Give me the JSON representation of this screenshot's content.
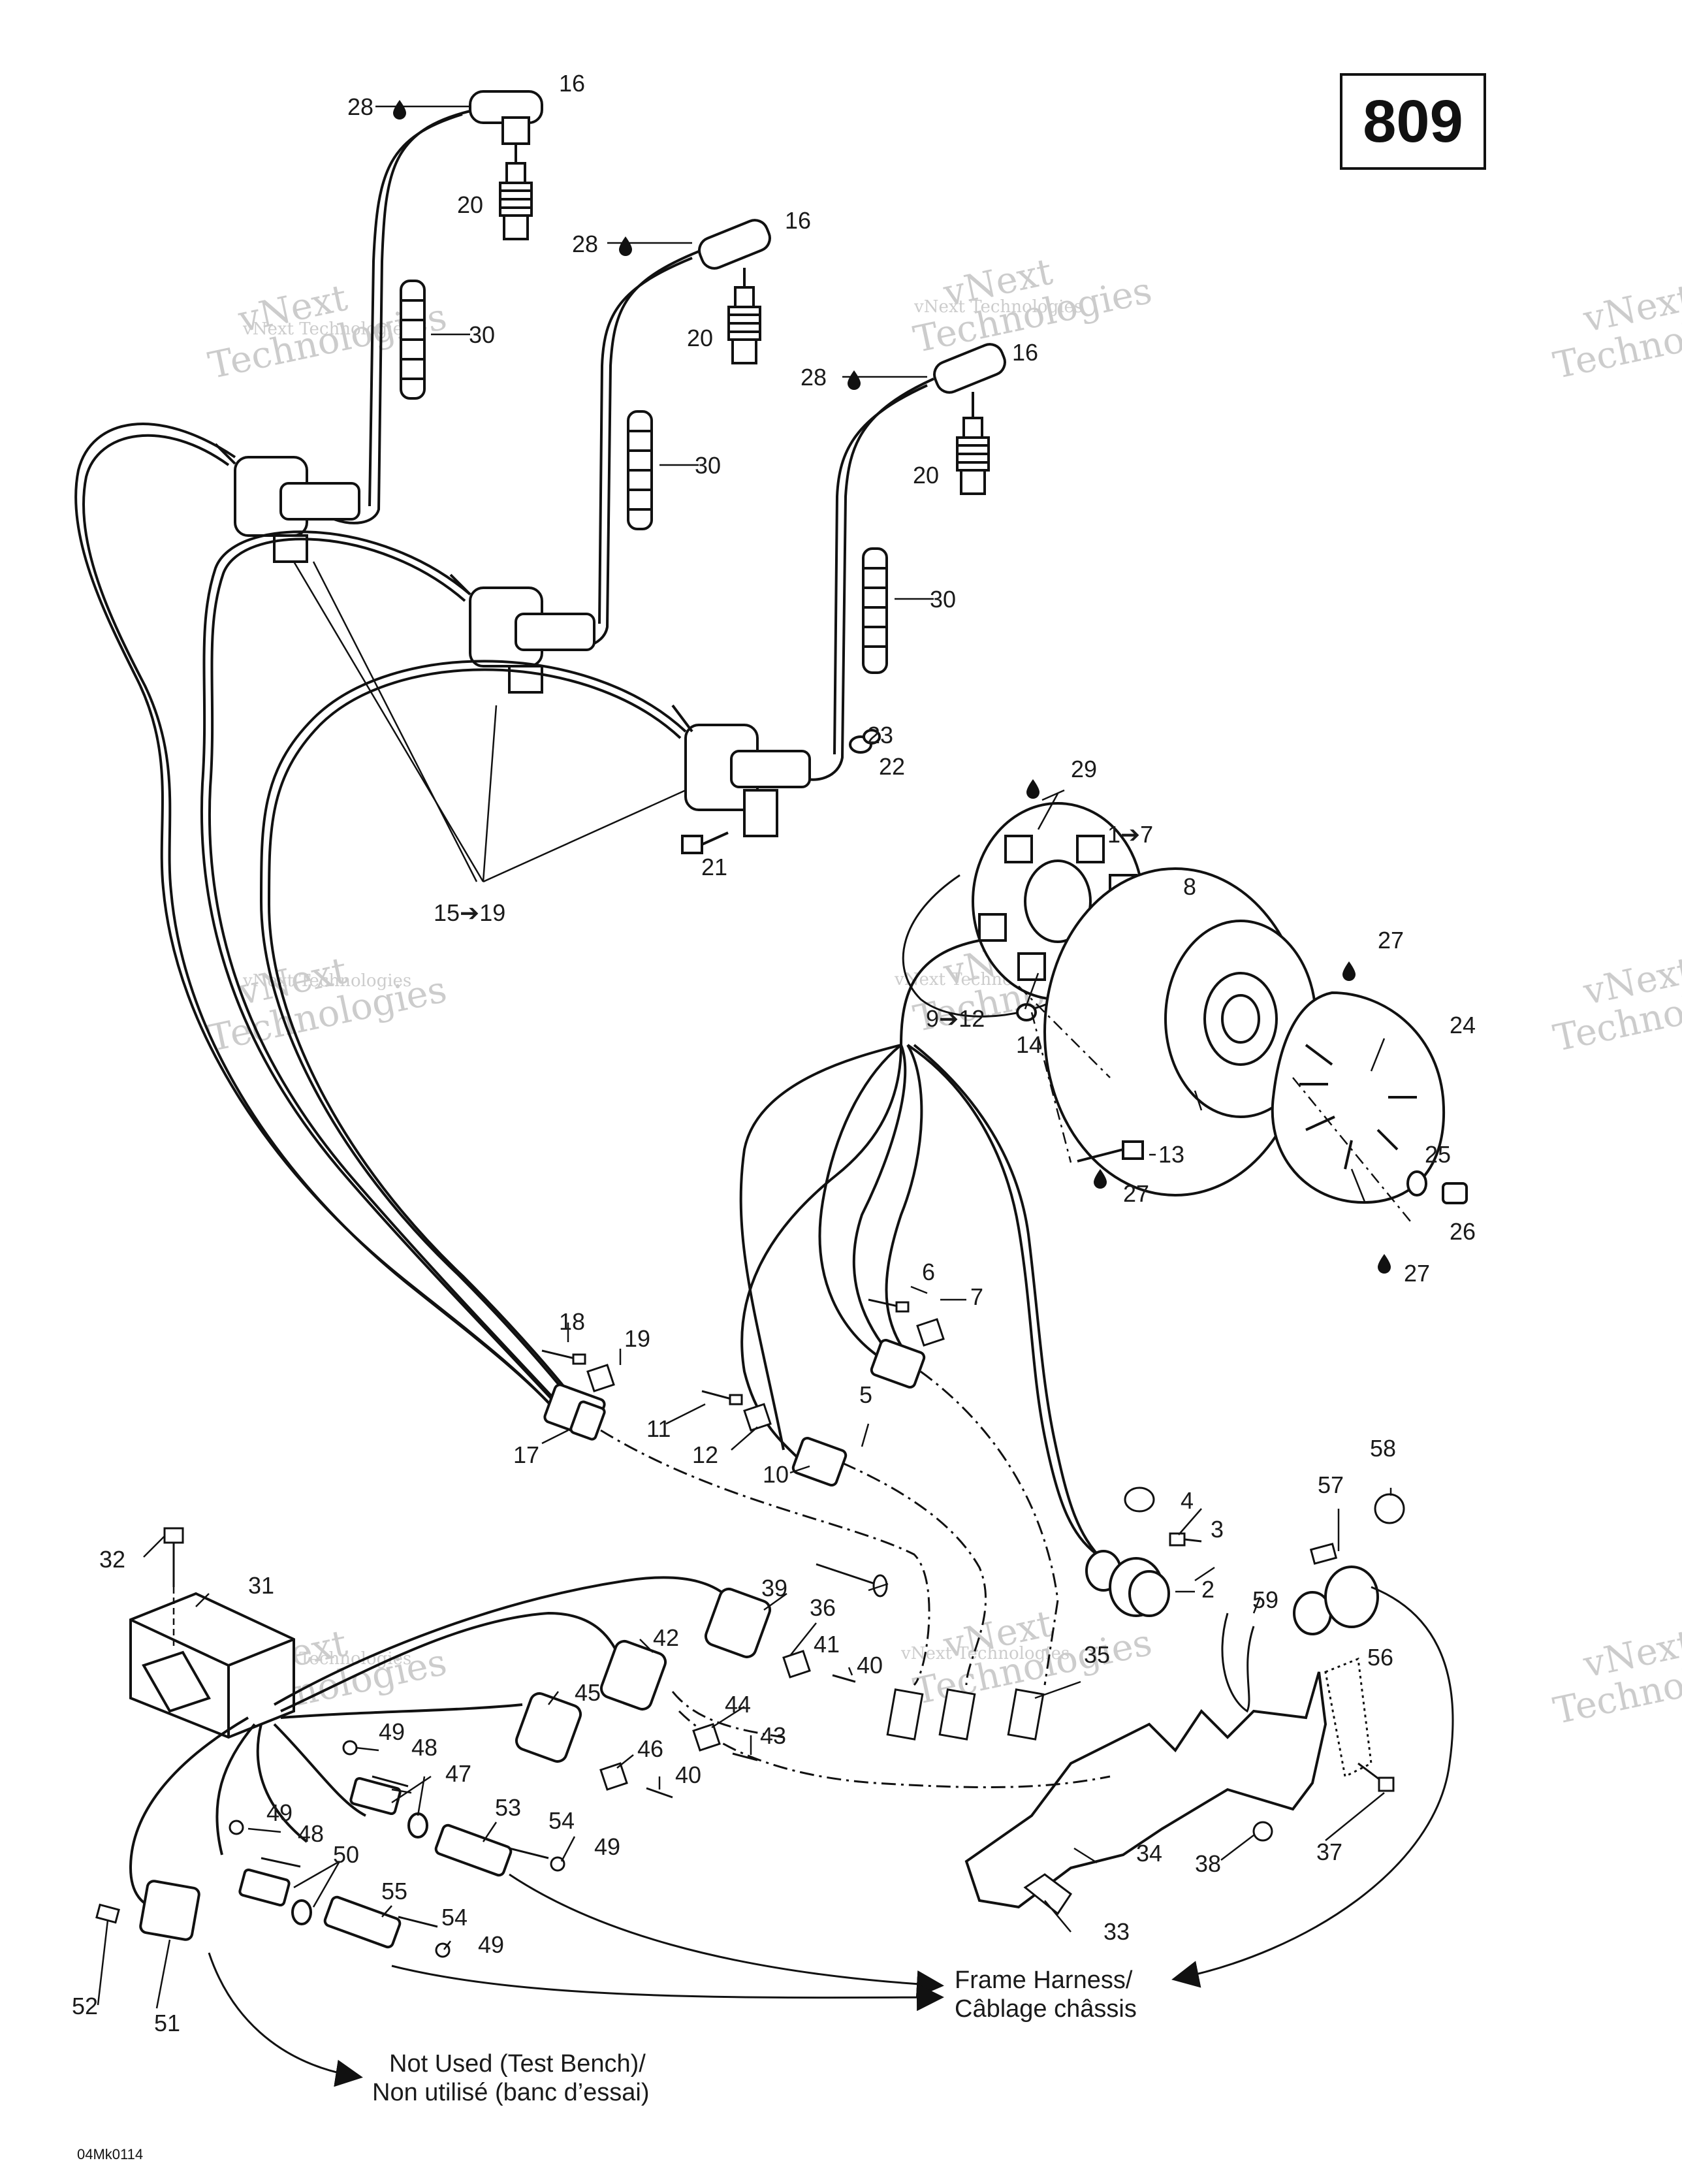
{
  "page_number": "809",
  "drawing_code": "04Mk0114",
  "watermark": {
    "line1": "vNext Technologies",
    "line2": "Technologies",
    "line0": "vNext"
  },
  "notes": {
    "frame_harness_1": "Frame Harness/",
    "frame_harness_2": "Câblage châssis",
    "not_used_1": "Not Used (Test Bench)/",
    "not_used_2": "Non utilisé (banc d’essai)"
  },
  "callouts": {
    "c1_7": "1➔7",
    "c2": "2",
    "c3": "3",
    "c4": "4",
    "c5": "5",
    "c6": "6",
    "c7": "7",
    "c8": "8",
    "c9_12": "9➔12",
    "c10": "10",
    "c11": "11",
    "c12": "12",
    "c13": "13",
    "c14": "14",
    "c15_19": "15➔19",
    "c16a": "16",
    "c16b": "16",
    "c16c": "16",
    "c17": "17",
    "c18": "18",
    "c19": "19",
    "c20a": "20",
    "c20b": "20",
    "c20c": "20",
    "c21": "21",
    "c22": "22",
    "c23": "23",
    "c24": "24",
    "c25": "25",
    "c26": "26",
    "c27a": "27",
    "c27b": "27",
    "c27c": "27",
    "c28a": "28",
    "c28b": "28",
    "c28c": "28",
    "c29": "29",
    "c30a": "30",
    "c30b": "30",
    "c30c": "30",
    "c31": "31",
    "c32": "32",
    "c33": "33",
    "c34": "34",
    "c35": "35",
    "c36": "36",
    "c37": "37",
    "c38": "38",
    "c39": "39",
    "c40a": "40",
    "c40b": "40",
    "c41": "41",
    "c42": "42",
    "c43": "43",
    "c44": "44",
    "c45": "45",
    "c46": "46",
    "c47": "47",
    "c48a": "48",
    "c48b": "48",
    "c49a": "49",
    "c49b": "49",
    "c49c": "49",
    "c49d": "49",
    "c50": "50",
    "c51": "51",
    "c52": "52",
    "c53": "53",
    "c54a": "54",
    "c54b": "54",
    "c55": "55",
    "c56": "56",
    "c57": "57",
    "c58": "58",
    "c59": "59"
  }
}
